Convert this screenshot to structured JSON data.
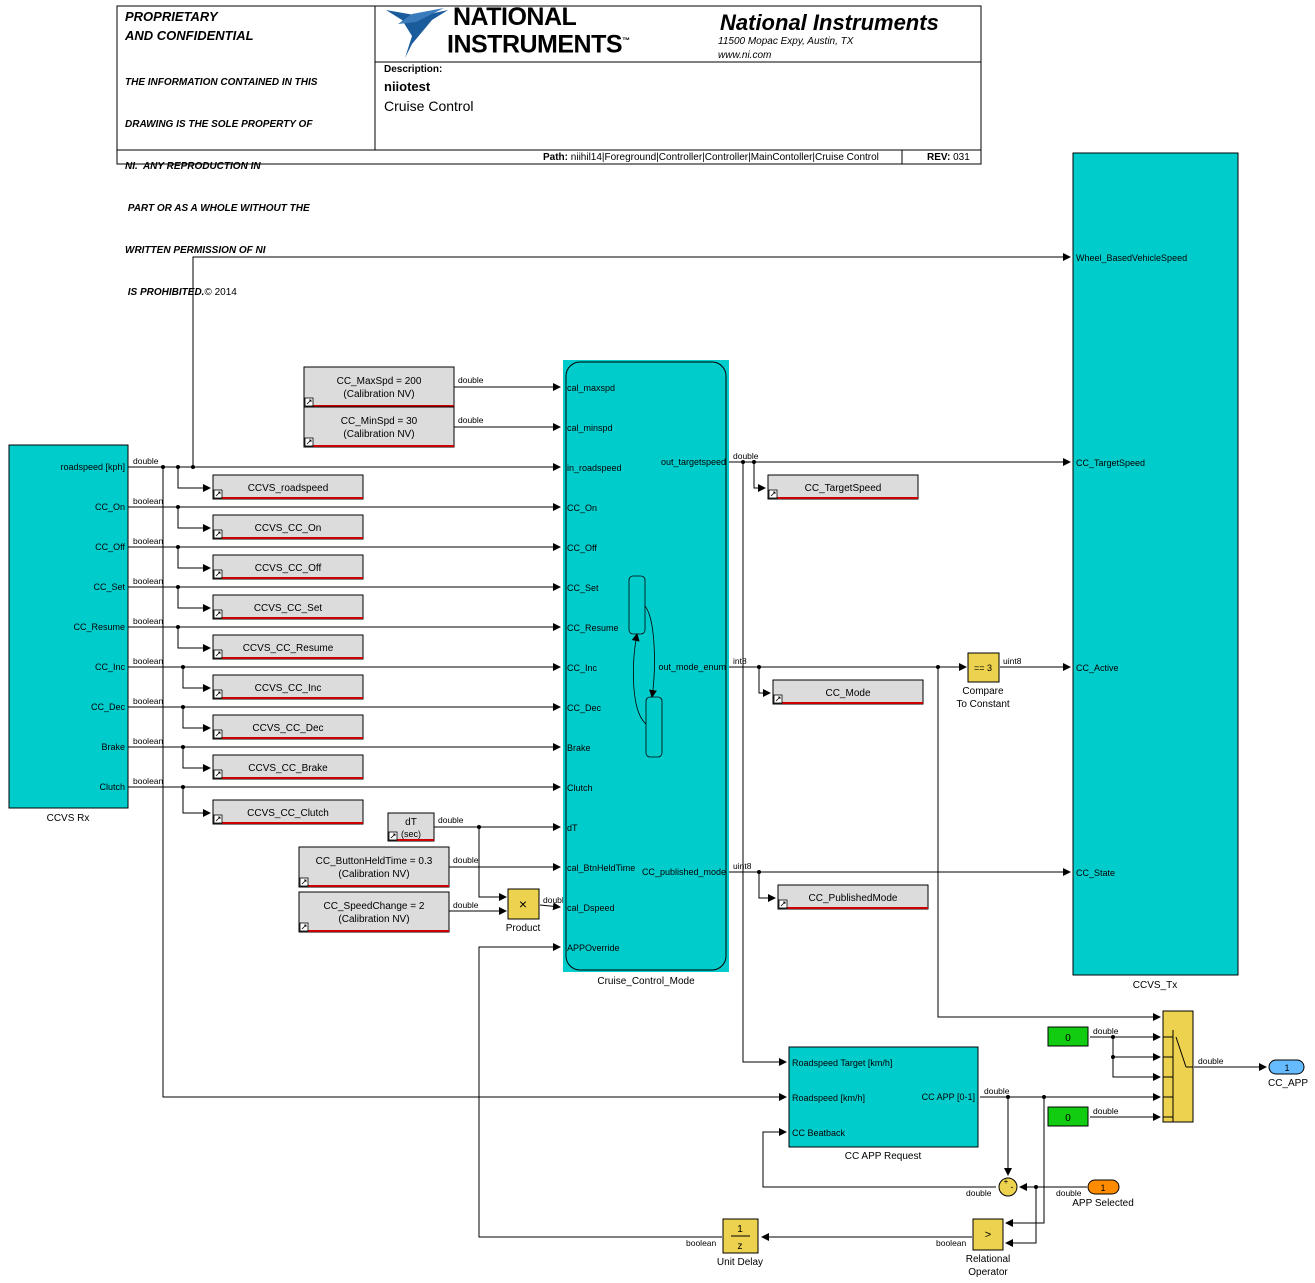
{
  "title_block": {
    "proprietary_line1": "PROPRIETARY",
    "proprietary_line2": "AND CONFIDENTIAL",
    "notice_lines": [
      "THE INFORMATION CONTAINED IN THIS",
      "DRAWING IS THE SOLE PROPERTY OF",
      "NI.  ANY REPRODUCTION IN",
      " PART OR AS A WHOLE WITHOUT THE",
      "WRITTEN PERMISSION OF NI",
      " IS PROHIBITED."
    ],
    "copyright": "© 2014",
    "logo_line1": "NATIONAL",
    "logo_line2": "INSTRUMENTS",
    "logo_tm": "™",
    "company_name": "National Instruments",
    "address": "11500 Mopac Expy, Austin, TX",
    "website": "www.ni.com",
    "description_label": "Description:",
    "model_name": "niiotest",
    "subsystem_name": "Cruise Control",
    "path_label": "Path:",
    "path_value": "niihil14|Foreground|Controller|Controller|MainContoller|Cruise Control",
    "rev_label": "REV:",
    "rev_value": "031"
  },
  "blocks": {
    "ccvs_rx": {
      "name": "CCVS Rx",
      "ports": [
        "roadspeed [kph]",
        "CC_On",
        "CC_Off",
        "CC_Set",
        "CC_Resume",
        "CC_Inc",
        "CC_Dec",
        "Brake",
        "Clutch"
      ],
      "types": [
        "double",
        "boolean",
        "boolean",
        "boolean",
        "boolean",
        "boolean",
        "boolean",
        "boolean",
        "boolean"
      ]
    },
    "ccvs_tx": {
      "name": "CCVS_Tx",
      "ports": [
        "Wheel_BasedVehicleSpeed",
        "CC_TargetSpeed",
        "CC_Active",
        "CC_State"
      ]
    },
    "mode": {
      "name": "Cruise_Control_Mode",
      "inputs": [
        "cal_maxspd",
        "cal_minspd",
        "in_roadspeed",
        "CC_On",
        "CC_Off",
        "CC_Set",
        "CC_Resume",
        "CC_Inc",
        "CC_Dec",
        "Brake",
        "Clutch",
        "dT",
        "cal_BtnHeldTime",
        "cal_Dspeed",
        "APPOverride"
      ],
      "outputs": [
        "out_targetspeed",
        "out_mode_enum",
        "CC_published_mode"
      ]
    },
    "calibrations": {
      "maxspd": [
        "CC_MaxSpd = 200",
        "(Calibration NV)"
      ],
      "minspd": [
        "CC_MinSpd = 30",
        "(Calibration NV)"
      ],
      "btnheld": [
        "CC_ButtonHeldTime = 0.3",
        "(Calibration NV)"
      ],
      "speedchange": [
        "CC_SpeedChange = 2",
        "(Calibration NV)"
      ]
    },
    "dt": [
      "dT",
      "(sec)"
    ],
    "taps": [
      "CCVS_roadspeed",
      "CCVS_CC_On",
      "CCVS_CC_Off",
      "CCVS_CC_Set",
      "CCVS_CC_Resume",
      "CCVS_CC_Inc",
      "CCVS_CC_Dec",
      "CCVS_CC_Brake",
      "CCVS_CC_Clutch"
    ],
    "out_taps": [
      "CC_TargetSpeed",
      "CC_Mode",
      "CC_PublishedMode"
    ],
    "product": {
      "symbol": "×",
      "name": "Product"
    },
    "compare": {
      "text": "== 3",
      "name_line1": "Compare",
      "name_line2": "To Constant"
    },
    "app_request": {
      "name": "CC APP Request",
      "inputs": [
        "Roadspeed Target [km/h]",
        "Roadspeed [km/h]",
        "CC Beatback"
      ],
      "output": "CC APP [0-1]"
    },
    "const0_a": "0",
    "const0_b": "0",
    "const1": "1",
    "app_selected": "APP Selected",
    "out_port_number": "1",
    "out_port_name": "CC_APP",
    "relational": {
      "symbol": ">",
      "name_line1": "Relational",
      "name_line2": "Operator"
    },
    "unit_delay": {
      "num": "1",
      "den": "z",
      "name": "Unit Delay"
    },
    "sum": {
      "plus": "+",
      "minus": "-"
    }
  },
  "signal_types": {
    "double": "double",
    "boolean": "boolean",
    "int8": "int8",
    "uint8": "uint8"
  },
  "colors": {
    "subsystem": "#00cccc",
    "math_block": "#ecd24f",
    "constant_green": "#11cc11",
    "inport_orange": "#ff8c00",
    "outport_blue": "#66bbff",
    "goto_gray": "#dcdcdc",
    "goto_underline": "#cc0000",
    "logo_blue": "#1a5b9c"
  }
}
